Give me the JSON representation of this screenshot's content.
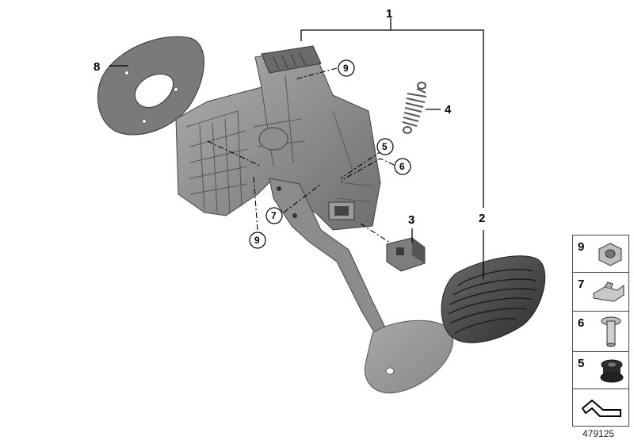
{
  "callouts": {
    "c1": "1",
    "c2": "2",
    "c3": "3",
    "c4": "4",
    "c5": "5",
    "c6": "6",
    "c7": "7",
    "c8": "8",
    "c9a": "9",
    "c9b": "9"
  },
  "legend": {
    "items": [
      {
        "number": "9",
        "icon": "hex-nut-icon"
      },
      {
        "number": "7",
        "icon": "clip-bracket-icon"
      },
      {
        "number": "6",
        "icon": "pin-bolt-icon"
      },
      {
        "number": "5",
        "icon": "rubber-grommet-icon"
      }
    ],
    "direction_icon": "direction-arrow-icon"
  },
  "diagram_id": "479125",
  "colors": {
    "part_fill": "#8c8c8c",
    "part_dark": "#5a5a5a",
    "part_light": "#b4b4b4",
    "line": "#000000"
  }
}
